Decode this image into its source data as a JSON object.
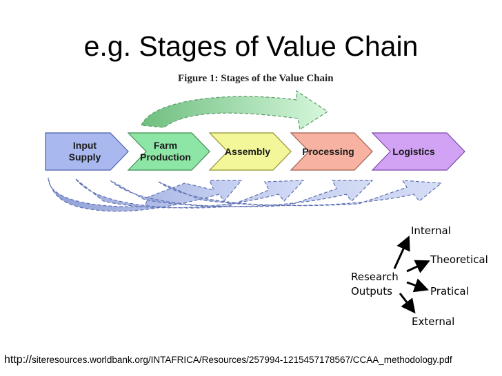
{
  "slide_title": "e.g. Stages of Value Chain",
  "figure_title": "Figure 1: Stages of the Value Chain",
  "stages": [
    {
      "line1": "Input",
      "line2": "Supply",
      "color": "#a9b9ef"
    },
    {
      "line1": "Farm",
      "line2": "Production",
      "color": "#8ee6a6"
    },
    {
      "line1": "Assembly",
      "line2": "",
      "color": "#f3f79a"
    },
    {
      "line1": "Processing",
      "line2": "",
      "color": "#f7b2a2"
    },
    {
      "line1": "Logistics",
      "line2": "",
      "color": "#d2a3f5"
    }
  ],
  "research": {
    "label_line1": "Research",
    "label_line2": "Outputs",
    "outputs": [
      "Internal",
      "Theoretical",
      "Pratical",
      "External"
    ]
  },
  "source": {
    "protocol": "http://",
    "path": "siteresources.worldbank.org/INTAFRICA/Resources/257994-1215457178567/CCAA_methodology.pdf"
  }
}
